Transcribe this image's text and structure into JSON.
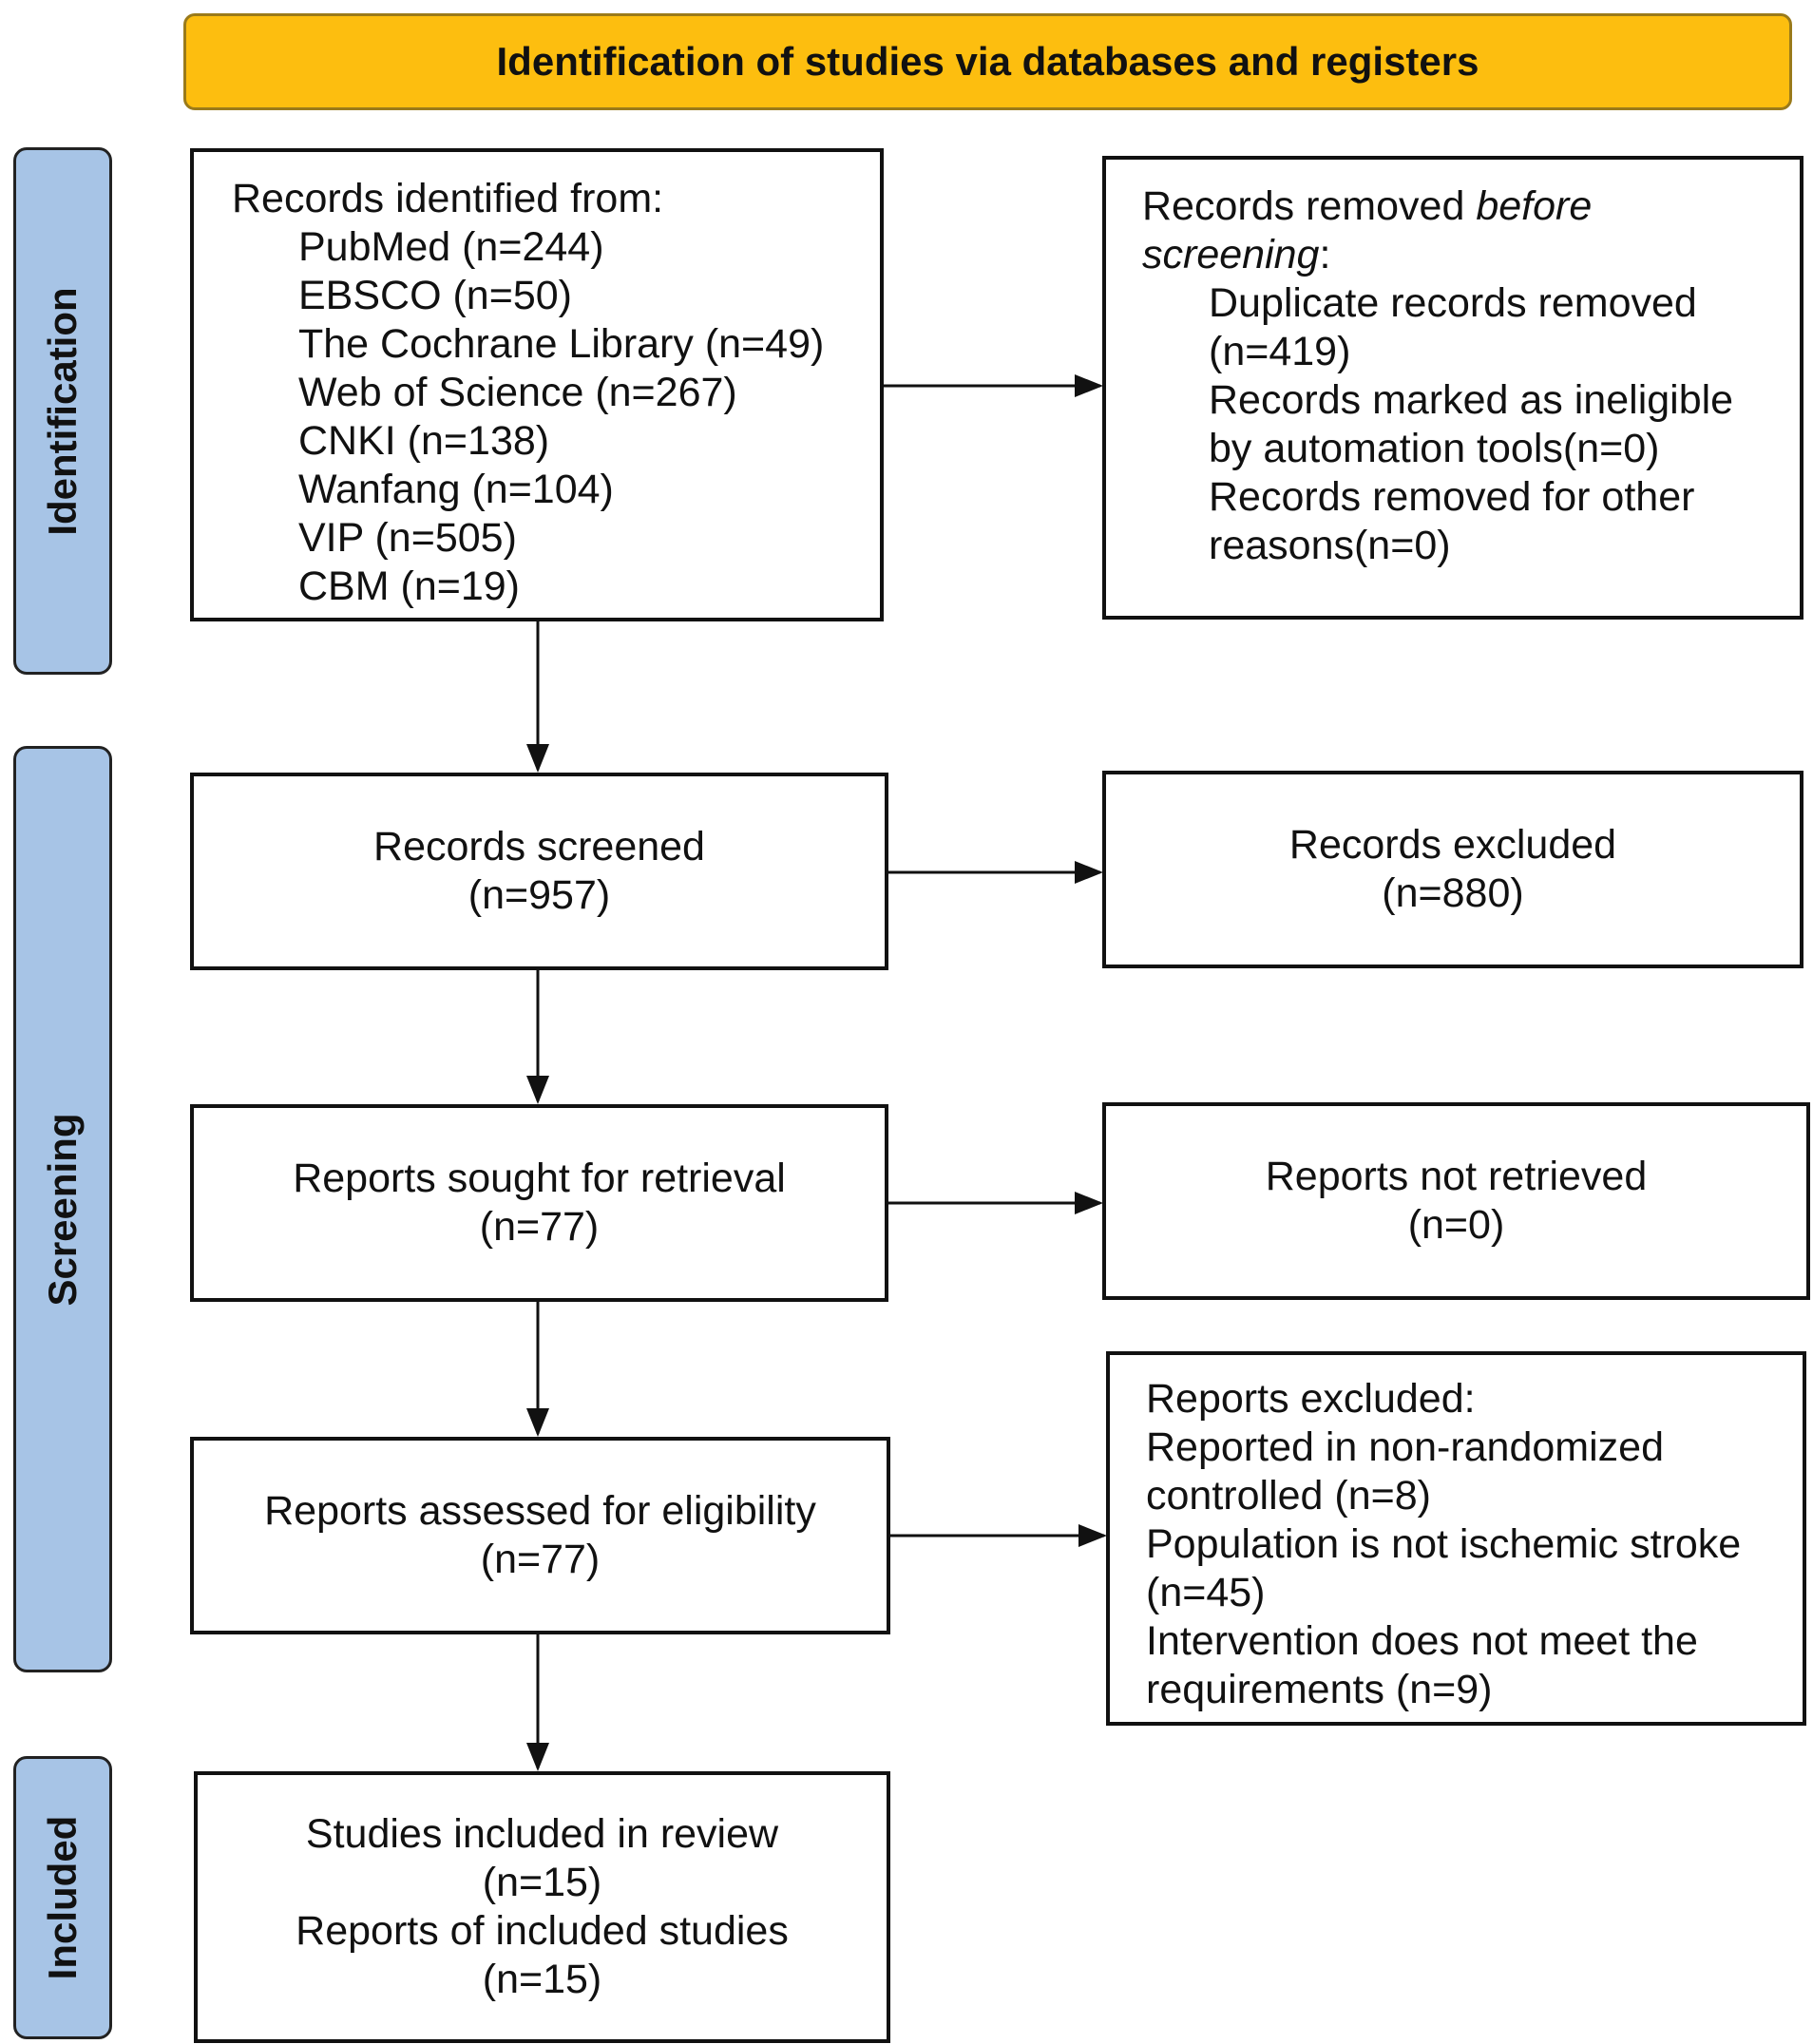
{
  "banner": "Identification of studies via databases and registers",
  "phases": {
    "identification": "Identification",
    "screening": "Screening",
    "included": "Included"
  },
  "identified": {
    "heading": "Records identified from:",
    "sources": [
      "PubMed (n=244)",
      "EBSCO (n=50)",
      "The Cochrane Library (n=49)",
      "Web of Science (n=267)",
      "CNKI (n=138)",
      "Wanfang (n=104)",
      "VIP (n=505)",
      "CBM (n=19)"
    ]
  },
  "removed": {
    "heading_start": "Records removed ",
    "heading_italic1": "before",
    "heading_italic2": "screening",
    "heading_colon": ":",
    "lines": [
      "Duplicate records removed",
      "(n=419)",
      "Records marked as ineligible",
      "by automation tools(n=0)",
      "Records removed for other",
      "reasons(n=0)"
    ]
  },
  "screened": {
    "label": "Records screened",
    "n": "(n=957)"
  },
  "excluded": {
    "label": "Records excluded",
    "n": "(n=880)"
  },
  "sought": {
    "label": "Reports sought for retrieval",
    "n": "(n=77)"
  },
  "not_retrieved": {
    "label": "Reports not retrieved",
    "n": "(n=0)"
  },
  "assessed": {
    "label": "Reports assessed for eligibility",
    "n": "(n=77)"
  },
  "reports_excluded": {
    "lines": [
      "Reports excluded:",
      "Reported in non-randomized",
      "controlled (n=8)",
      "Population is not ischemic stroke",
      "(n=45)",
      "Intervention does not meet the",
      "requirements (n=9)"
    ]
  },
  "included": {
    "studies": "Studies included in review",
    "studies_n": "(n=15)",
    "reports": "Reports of included studies",
    "reports_n": "(n=15)"
  }
}
